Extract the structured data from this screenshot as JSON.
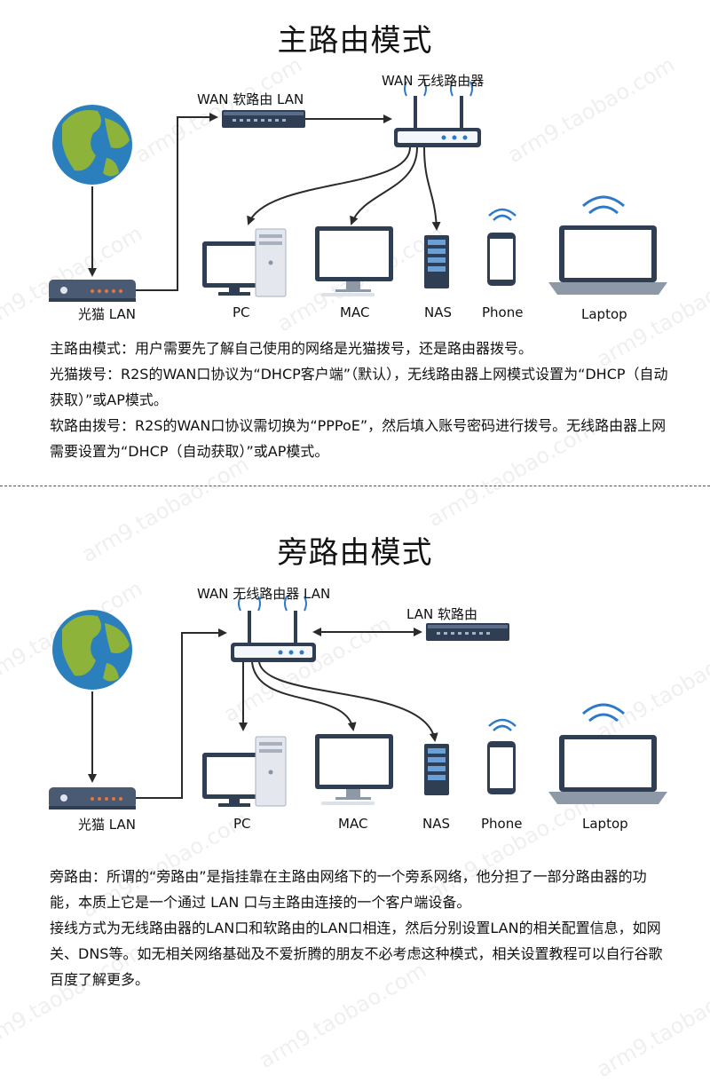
{
  "watermark": "arm9.taobao.com",
  "section1": {
    "title": "主路由模式",
    "labels": {
      "softrouter_top": "WAN  软路由  LAN",
      "wireless_top": "WAN  无线路由器",
      "modem": "光猫  LAN",
      "pc": "PC",
      "mac": "MAC",
      "nas": "NAS",
      "phone": "Phone",
      "laptop": "Laptop"
    },
    "paragraphs": [
      "主路由模式：用户需要先了解自己使用的网络是光猫拨号，还是路由器拨号。",
      "光猫拨号：R2S的WAN口协议为“DHCP客户端”（默认），无线路由器上网模式设置为“DHCP（自动获取）”或AP模式。",
      "软路由拨号：R2S的WAN口协议需切换为“PPPoE”，然后填入账号密码进行拨号。无线路由器上网需要设置为“DHCP（自动获取）”或AP模式。"
    ]
  },
  "section2": {
    "title": "旁路由模式",
    "labels": {
      "wireless_top": "WAN  无线路由器  LAN",
      "softrouter": "LAN  软路由",
      "modem": "光猫  LAN",
      "pc": "PC",
      "mac": "MAC",
      "nas": "NAS",
      "phone": "Phone",
      "laptop": "Laptop"
    },
    "paragraphs": [
      "旁路由：所谓的“旁路由”是指挂靠在主路由网络下的一个旁系网络，他分担了一部分路由器的功能，本质上它是一个通过 LAN 口与主路由连接的一个客户端设备。",
      "接线方式为无线路由器的LAN口和软路由的LAN口相连，然后分别设置LAN的相关配置信息，如网关、DNS等。如无相关网络基础及不爱折腾的朋友不必考虑这种模式，相关设置教程可以自行谷歌百度了解更多。"
    ]
  },
  "colors": {
    "globe_ocean": "#2c7fbd",
    "globe_land": "#8db33a",
    "device_dark": "#2f3e52",
    "modem_body": "#4a5a72",
    "led_orange": "#e8743a",
    "wifi_blue": "#2d79c7",
    "line": "#2b2b2b"
  }
}
